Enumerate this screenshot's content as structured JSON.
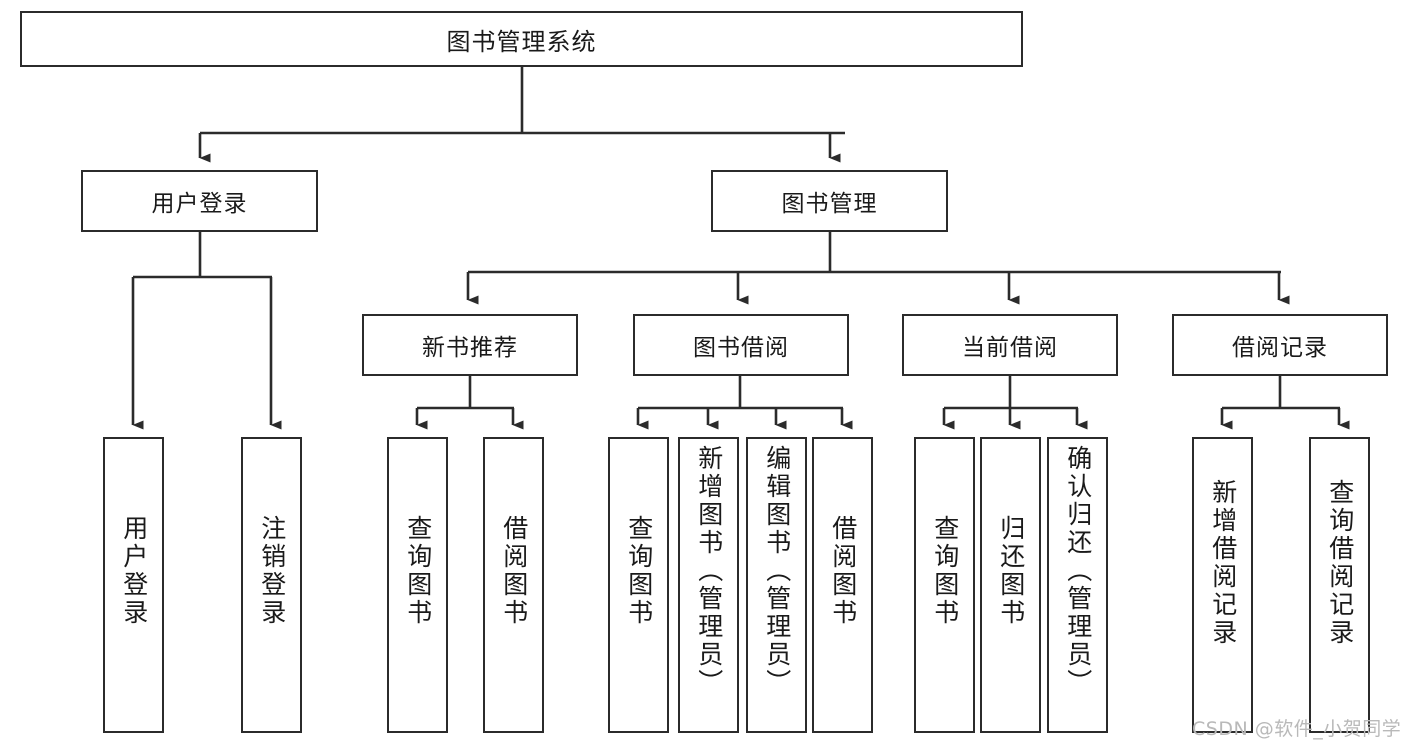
{
  "diagram": {
    "title_node": {
      "label": "图书管理系统"
    },
    "level2": [
      {
        "label": "用户登录"
      },
      {
        "label": "图书管理"
      }
    ],
    "level3": [
      {
        "label": "新书推荐"
      },
      {
        "label": "图书借阅"
      },
      {
        "label": "当前借阅"
      },
      {
        "label": "借阅记录"
      }
    ],
    "leaves": {
      "user_login": [
        {
          "label": "用户登录"
        },
        {
          "label": "注销登录"
        }
      ],
      "new_book_recommend": [
        {
          "label": "查询图书"
        },
        {
          "label": "借阅图书"
        }
      ],
      "book_borrow": [
        {
          "label": "查询图书"
        },
        {
          "label": "新增图书（管理员）"
        },
        {
          "label": "编辑图书（管理员）"
        },
        {
          "label": "借阅图书"
        }
      ],
      "current_borrow": [
        {
          "label": "查询图书"
        },
        {
          "label": "归还图书"
        },
        {
          "label": "确认归还（管理员）"
        }
      ],
      "borrow_record": [
        {
          "label": "新增借阅记录"
        },
        {
          "label": "查询借阅记录"
        }
      ]
    },
    "watermark": {
      "text": "CSDN @软件_小贺同学"
    },
    "colors": {
      "stroke": "#2b2b2b",
      "fill": "#ffffff",
      "text": "#1a1a1a",
      "watermark": "#b9b9b9"
    }
  }
}
